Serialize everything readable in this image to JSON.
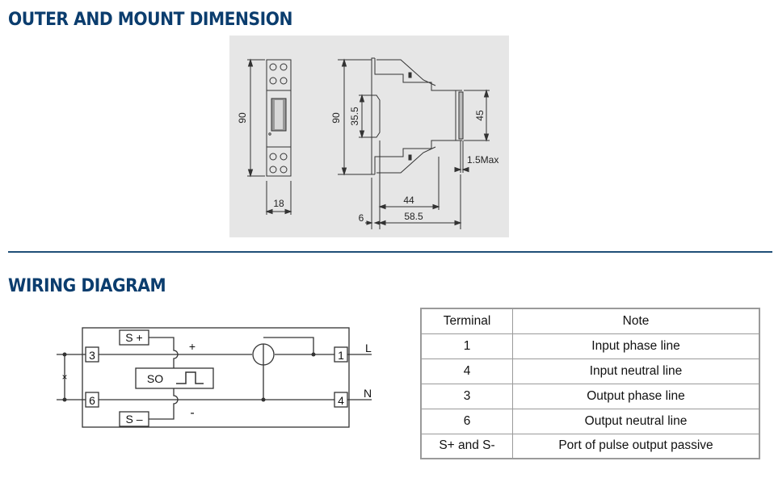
{
  "sections": {
    "dimension_title": "OUTER AND MOUNT DIMENSION",
    "wiring_title": "WIRING DIAGRAM"
  },
  "dimension_drawing": {
    "labels": {
      "front_height": "90",
      "front_width": "18",
      "side_height": "90",
      "rail_height": "35.5",
      "body_height": "45",
      "max_thickness": "1.5Max",
      "depth_body": "44",
      "depth_total": "58.5",
      "offset": "6"
    },
    "colors": {
      "background": "#e6e6e6",
      "line": "#333333"
    }
  },
  "wiring_diagram": {
    "labels": {
      "terminal_3": "3",
      "terminal_6": "6",
      "terminal_1": "1",
      "terminal_4": "4",
      "s_plus": "S +",
      "s_minus": "S –",
      "so": "SO",
      "plus": "+",
      "minus": "-",
      "line": "L",
      "neutral": "N",
      "x_mark": "×"
    }
  },
  "terminal_table": {
    "headers": [
      "Terminal",
      "Note"
    ],
    "rows": [
      [
        "1",
        "Input phase line"
      ],
      [
        "4",
        "Input neutral line"
      ],
      [
        "3",
        "Output phase line"
      ],
      [
        "6",
        "Output neutral line"
      ],
      [
        "S+ and S-",
        "Port of pulse output passive"
      ]
    ]
  }
}
